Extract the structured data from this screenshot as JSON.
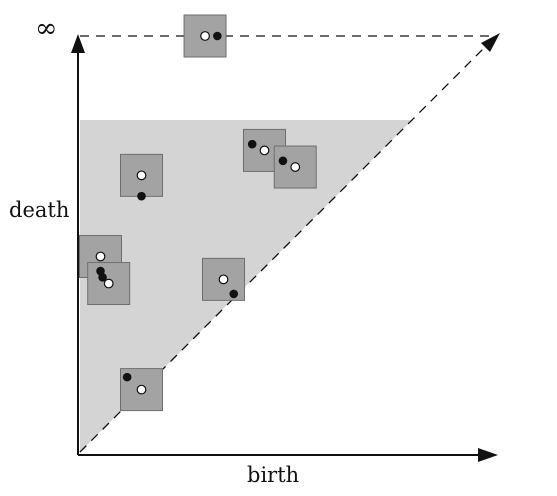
{
  "labels": {
    "x_axis": "birth",
    "y_axis": "death",
    "infinity": "∞"
  },
  "colors": {
    "shaded_region": "#d4d4d4",
    "box_fill": "#a3a3a3",
    "box_stroke": "#6e6e6e",
    "axis": "#111111",
    "point_filled": "#111111",
    "point_hollow": "#ffffff"
  },
  "box_pairs": [
    {
      "id": "infinite-pair",
      "hollow_point": [
        0.305,
        1.0
      ],
      "filled_point": [
        0.335,
        1.0
      ]
    },
    {
      "id": "pair-top-right-a",
      "hollow_point": [
        0.45,
        0.725
      ],
      "filled_point": [
        0.42,
        0.74
      ]
    },
    {
      "id": "pair-top-right-b",
      "hollow_point": [
        0.525,
        0.685
      ],
      "filled_point": [
        0.495,
        0.7
      ]
    },
    {
      "id": "pair-upper-left",
      "hollow_point": [
        0.15,
        0.665
      ],
      "filled_point": [
        0.15,
        0.615
      ]
    },
    {
      "id": "pair-left-a",
      "hollow_point": [
        0.05,
        0.47
      ],
      "filled_point": [
        0.055,
        0.42
      ]
    },
    {
      "id": "pair-left-b",
      "hollow_point": [
        0.07,
        0.405
      ],
      "filled_point": [
        0.05,
        0.435
      ]
    },
    {
      "id": "pair-middle",
      "hollow_point": [
        0.35,
        0.415
      ],
      "filled_point": [
        0.375,
        0.38
      ]
    },
    {
      "id": "pair-bottom",
      "hollow_point": [
        0.15,
        0.15
      ],
      "filled_point": [
        0.115,
        0.18
      ]
    }
  ]
}
